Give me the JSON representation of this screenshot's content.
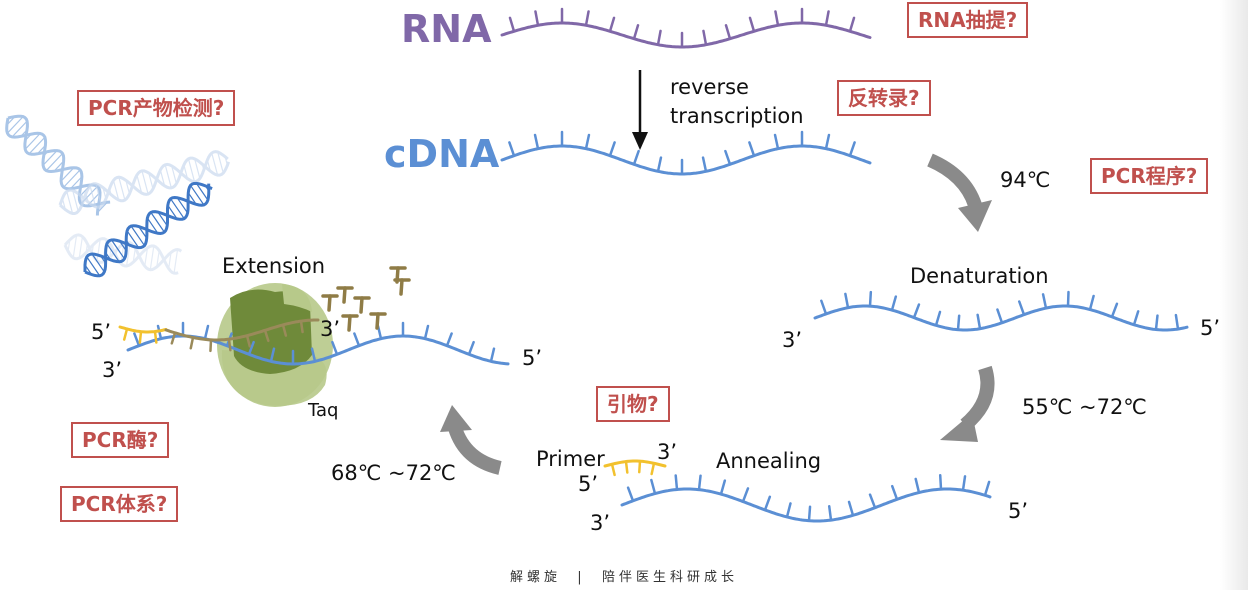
{
  "labels": {
    "rna": "RNA",
    "cdna": "cDNA",
    "reverse": "reverse",
    "transcription": "transcription",
    "temp_denature": "94℃",
    "denaturation": "Denaturation",
    "temp_anneal": "55℃ ~72℃",
    "annealing": "Annealing",
    "primer": "Primer",
    "temp_extend": "68℃ ~72℃",
    "extension": "Extension",
    "taq": "Taq",
    "end3": "3’",
    "end5": "5’"
  },
  "questions": {
    "rna_extract": "RNA抽提?",
    "reverse_transcription": "反转录?",
    "pcr_program": "PCR程序?",
    "primer": "引物?",
    "pcr_product": "PCR产物检测?",
    "pcr_enzyme": "PCR酶?",
    "pcr_system": "PCR体系?"
  },
  "footer": {
    "text": "解螺旋  |  陪伴医生科研成长"
  },
  "colors": {
    "rna": "#8068a8",
    "dna": "#5b8fd4",
    "primer": "#f2c12e",
    "extension": "#9a8a5a",
    "taq_light": "#b7c98a",
    "taq_dark": "#6f8a3a",
    "nucleotide": "#8f7c46",
    "arrow": "#8a8a8a",
    "question": "#c0504d"
  },
  "icons": [
    "down-arrow-icon",
    "curved-arrow-icon",
    "dna-helix-icon"
  ]
}
